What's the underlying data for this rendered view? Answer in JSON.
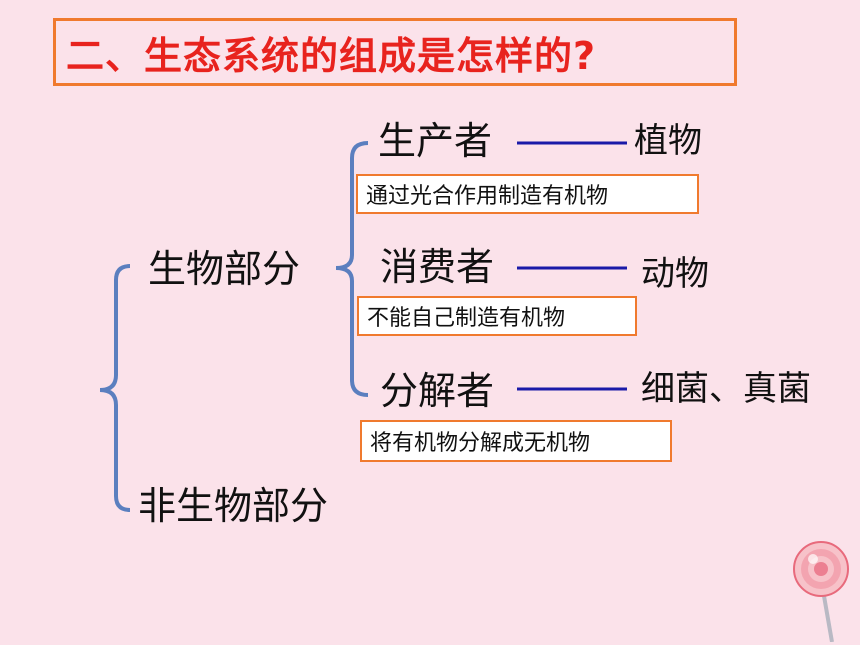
{
  "title": "二、生态系统的组成是怎样的?",
  "root": {
    "biotic": "生物部分",
    "abiotic": "非生物部分"
  },
  "roles": [
    {
      "name": "生产者",
      "example": "植物",
      "note": "通过光合作用制造有机物"
    },
    {
      "name": "消费者",
      "example": "动物",
      "note": "不能自己制造有机物"
    },
    {
      "name": "分解者",
      "example": "细菌、真菌",
      "note": "将有机物分解成无机物"
    }
  ],
  "colors": {
    "background": "#fbe2ea",
    "title_text": "#e8231e",
    "box_border": "#f07a2e",
    "brace": "#5b7fbf",
    "connector": "#1a1aa8"
  }
}
